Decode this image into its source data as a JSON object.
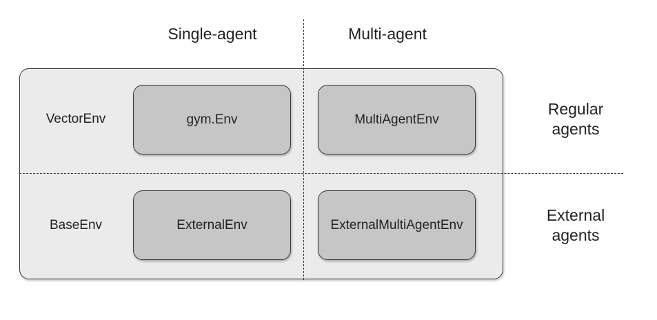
{
  "columns": {
    "single_agent": "Single-agent",
    "multi_agent": "Multi-agent"
  },
  "rows": {
    "top": {
      "label": "VectorEnv",
      "single_box": "gym.Env",
      "multi_box": "MultiAgentEnv",
      "side_line1": "Regular",
      "side_line2": "agents"
    },
    "bottom": {
      "label": "BaseEnv",
      "single_box": "ExternalEnv",
      "multi_box": "ExternalMultiAgentEnv",
      "side_line1": "External",
      "side_line2": "agents"
    }
  },
  "colors": {
    "panel_fill": "#ebebeb",
    "box_fill": "#c6c6c6",
    "border": "#3a3a3a"
  }
}
